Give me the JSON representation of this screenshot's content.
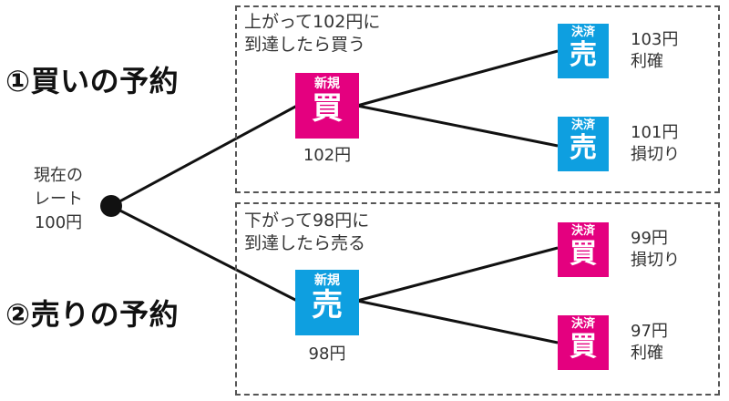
{
  "sections": {
    "buy": {
      "heading": "①買いの予約",
      "condition_line1": "上がって102円に",
      "condition_line2": "到達したら買う",
      "entry": {
        "small": "新規",
        "big": "買",
        "price": "102円"
      },
      "exits": [
        {
          "small": "決済",
          "big": "売",
          "price": "103円",
          "result": "利確"
        },
        {
          "small": "決済",
          "big": "売",
          "price": "101円",
          "result": "損切り"
        }
      ]
    },
    "sell": {
      "heading": "②売りの予約",
      "condition_line1": "下がって98円に",
      "condition_line2": "到達したら売る",
      "entry": {
        "small": "新規",
        "big": "売",
        "price": "98円"
      },
      "exits": [
        {
          "small": "決済",
          "big": "買",
          "price": "99円",
          "result": "損切り"
        },
        {
          "small": "決済",
          "big": "買",
          "price": "97円",
          "result": "利確"
        }
      ]
    }
  },
  "current_rate": {
    "line1": "現在の",
    "line2": "レート",
    "line3": "100円"
  },
  "colors": {
    "buy": "#e4007f",
    "sell": "#0e9fe0",
    "line": "#111111"
  }
}
